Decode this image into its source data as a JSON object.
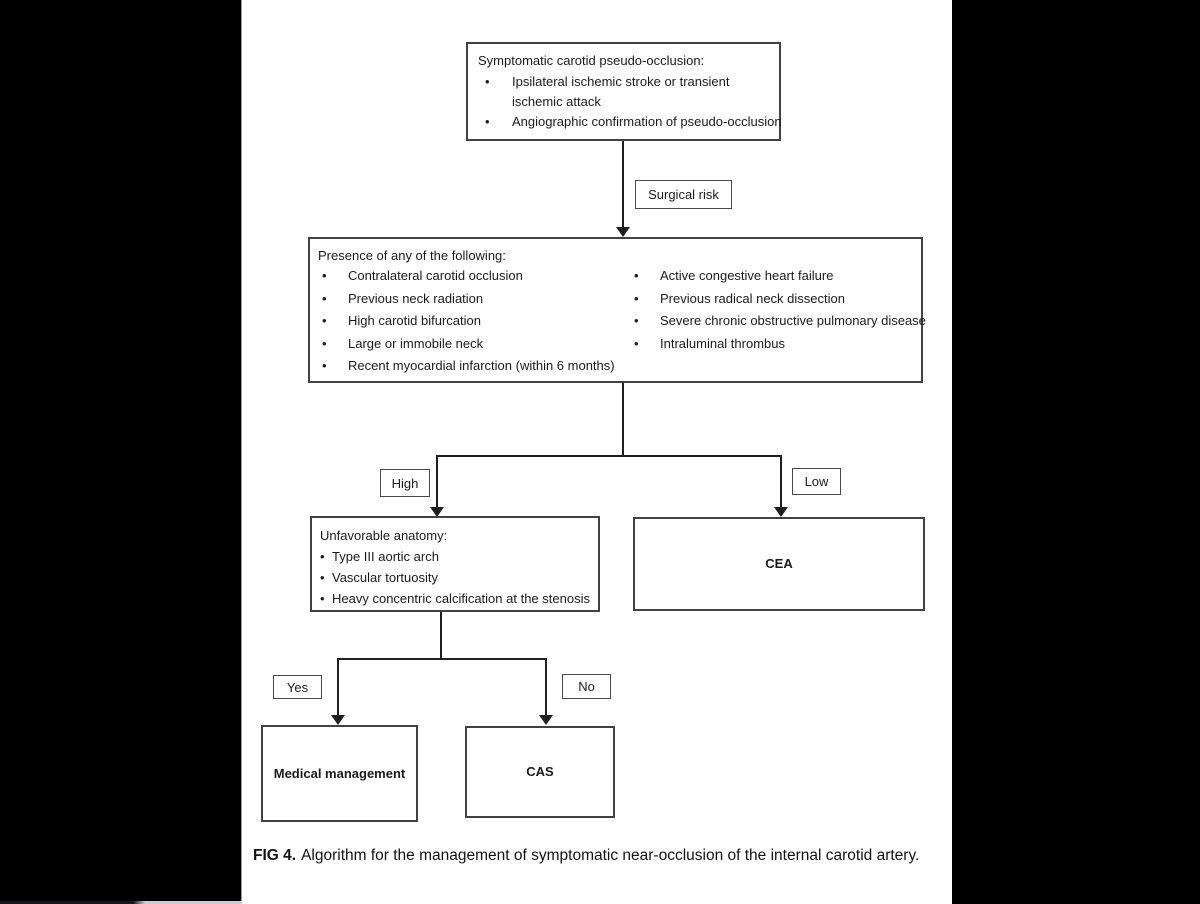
{
  "colors": {
    "background": "#ffffff",
    "side_bars": "#000000",
    "box_border": "#414141",
    "connector": "#1f1f1f",
    "text": "#1a1a1a"
  },
  "flowchart": {
    "top_box": {
      "title": "Symptomatic carotid pseudo-occlusion:",
      "bullets": [
        "Ipsilateral ischemic stroke or transient ischemic attack",
        "Angiographic confirmation of pseudo-occlusion"
      ]
    },
    "surgical_risk_label": "Surgical risk",
    "risk_box": {
      "title": "Presence of any of the following:",
      "left_bullets": [
        "Contralateral carotid occlusion",
        "Previous neck radiation",
        "High carotid bifurcation",
        "Large or immobile neck",
        "Recent myocardial infarction (within 6 months)"
      ],
      "right_bullets": [
        "Active congestive heart failure",
        "Previous radical neck dissection",
        "Severe chronic obstructive pulmonary disease",
        "Intraluminal thrombus"
      ]
    },
    "branch_labels": {
      "high": "High",
      "low": "Low",
      "yes": "Yes",
      "no": "No"
    },
    "unfavorable_box": {
      "title": "Unfavorable anatomy:",
      "bullets": [
        "Type III aortic arch",
        "Vascular tortuosity",
        "Heavy concentric calcification at the stenosis"
      ]
    },
    "cea_label": "CEA",
    "medical_management_label": "Medical management",
    "cas_label": "CAS"
  },
  "caption": {
    "label": "FIG 4.",
    "text": "Algorithm for the management of symptomatic near-occlusion of the internal carotid artery."
  }
}
